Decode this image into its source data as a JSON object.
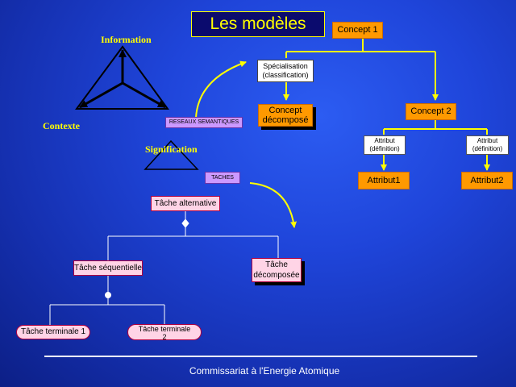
{
  "title": "Les modèles",
  "triangle_labels": {
    "top": "Information",
    "left": "Contexte",
    "bottom": "Signification"
  },
  "semantic_networks_label": "RESEAUX SEMANTIQUES",
  "tasks_label": "TACHES",
  "concept_tree": {
    "root": "Concept 1",
    "specialization": "Spécialisation\n(classification)",
    "decomposed": "Concept\ndécomposé",
    "concept2": "Concept 2",
    "attr_def_left": "Attribut\n(définition)",
    "attr_def_right": "Attribut\n(définition)",
    "attribute1": "Attribut1",
    "attribute2": "Attribut2"
  },
  "task_tree": {
    "alternative": "Tâche alternative",
    "sequential": "Tâche séquentielle",
    "decomposed": "Tâche\ndécomposée",
    "terminal1": "Tâche terminale 1",
    "terminal2": "Tâche terminale\n2"
  },
  "footer": "Commissariat à l'Energie Atomique",
  "colors": {
    "background": "#1f45da",
    "title_fill": "#0b0b6e",
    "accent_yellow": "#ffff00",
    "concept_orange": "#ff9900",
    "task_pink": "#ffd4e6",
    "label_lavender": "#cc99ff"
  }
}
